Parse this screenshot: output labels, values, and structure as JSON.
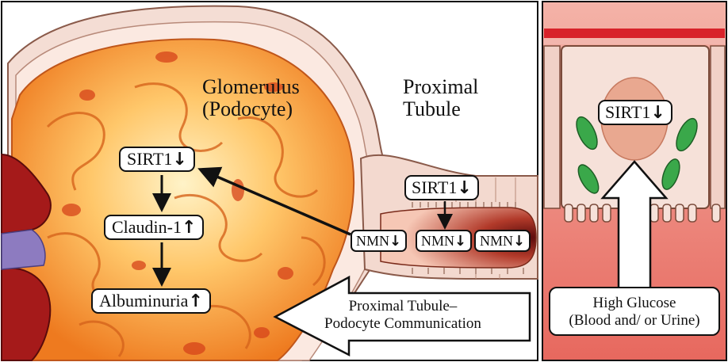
{
  "labels": {
    "glomerulus_line1": "Glomerulus",
    "glomerulus_line2": "(Podocyte)",
    "proximal_line1": "Proximal",
    "proximal_line2": "Tubule",
    "communication_line1": "Proximal Tubule–",
    "communication_line2": "Podocyte Communication",
    "glucose_line1": "High Glucose",
    "glucose_line2": "(Blood and/ or Urine)"
  },
  "pills": {
    "sirt1_podocyte": {
      "text": "SIRT1",
      "arrow": "↓"
    },
    "claudin": {
      "text": "Claudin-1",
      "arrow": "↑"
    },
    "albuminuria": {
      "text": "Albuminuria",
      "arrow": "↑"
    },
    "sirt1_tubule": {
      "text": "SIRT1",
      "arrow": "↓"
    },
    "nmn_1": {
      "text": "NMN",
      "arrow": "↓"
    },
    "nmn_2": {
      "text": "NMN",
      "arrow": "↓"
    },
    "nmn_3": {
      "text": "NMN",
      "arrow": "↓"
    },
    "sirt1_cell": {
      "text": "SIRT1",
      "arrow": "↓"
    }
  },
  "colors": {
    "podocyte_orange": "#f08a2a",
    "podocyte_yellow": "#ffd27a",
    "vessel_red": "#a51a1a",
    "tubule_pink": "#f7d2c8",
    "mitochondria_green": "#3aa84a",
    "membrane_red": "#d8222a"
  }
}
